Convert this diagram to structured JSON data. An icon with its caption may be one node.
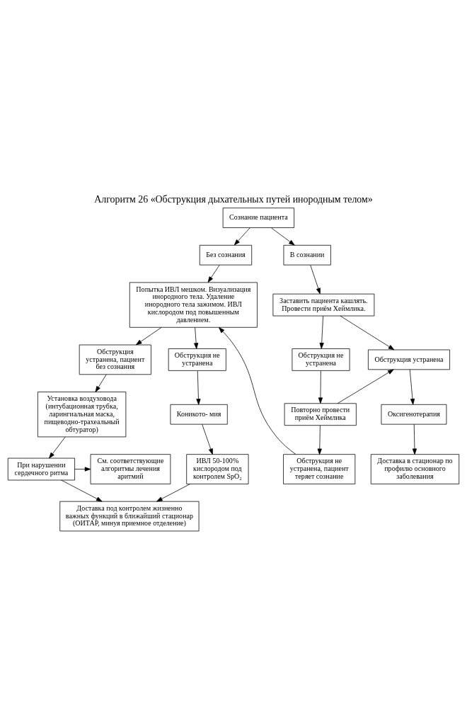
{
  "diagram": {
    "title": "Алгоритм 26 «Обструкция дыхательных путей инородным телом»",
    "nodes": [
      {
        "text": [
          "Сознание пациента"
        ]
      },
      {
        "text": [
          "Без сознания"
        ]
      },
      {
        "text": [
          "В сознании"
        ]
      },
      {
        "text": [
          "Попытка ИВЛ мешком. Визуализация инородного тела. Удаление инородного тела зажимом. ИВЛ кислородом под повышенным давлением."
        ]
      },
      {
        "text": [
          "Заставить пациента кашлять. Провести приём Хеймлика."
        ]
      },
      {
        "text": [
          "Обструкция устранена, пациент без сознания"
        ]
      },
      {
        "text": [
          "Обструкция не устранена"
        ]
      },
      {
        "text": [
          "Обструкция не устранена"
        ]
      },
      {
        "text": [
          "Обструкция устранена"
        ]
      },
      {
        "text": [
          "Установка воздуховода (интубационная трубка, ларингиальная маска, пищеводно-трахеальный обтуратор)"
        ]
      },
      {
        "text": [
          "Коникото- мия"
        ]
      },
      {
        "text": [
          "Повторно провести приём Хеймлика"
        ]
      },
      {
        "text": [
          "При нарушении сердечного ритма"
        ]
      },
      {
        "text": [
          "См. соответствующие алгоритмы лечения аритмий"
        ]
      },
      {
        "text": [
          "Обструкция не устранена, пациент теряет сознание"
        ]
      },
      {
        "text": [
          "ИВЛ 50-100% кислородом под контролем SpO₂"
        ]
      },
      {
        "text": [
          "Оксигенотерапия"
        ]
      },
      {
        "text": [
          "Доставка под контролем жизненно важных функций в ближайший стационар (ОИТАР, минуя приемное отделение)"
        ]
      },
      {
        "text": [
          "Доставка в стационар по профилю основного заболевания"
        ]
      }
    ],
    "edges": [
      {
        "from": 0,
        "to": 1,
        "arrow": "to"
      },
      {
        "from": 0,
        "to": 2,
        "arrow": "to"
      },
      {
        "from": 1,
        "to": 3,
        "arrow": "to"
      },
      {
        "from": 2,
        "to": 4,
        "arrow": "to"
      },
      {
        "from": 3,
        "to": 5,
        "arrow": "to"
      },
      {
        "from": 3,
        "to": 6,
        "arrow": "to"
      },
      {
        "from": 4,
        "to": 7,
        "arrow": "to"
      },
      {
        "from": 4,
        "to": 8,
        "arrow": "to"
      },
      {
        "from": 5,
        "to": 9,
        "arrow": "to"
      },
      {
        "from": 6,
        "to": 10,
        "arrow": "to"
      },
      {
        "from": 7,
        "to": 11,
        "arrow": "to"
      },
      {
        "from": 11,
        "to": 8,
        "arrow": "to"
      },
      {
        "from": 11,
        "to": 14,
        "arrow": "to"
      },
      {
        "from": 14,
        "to": 3,
        "arrow": "to"
      },
      {
        "from": 9,
        "to": 12,
        "arrow": "to"
      },
      {
        "from": 12,
        "to": 13,
        "arrow": "to"
      },
      {
        "from": 10,
        "to": 15,
        "arrow": "to"
      },
      {
        "from": 12,
        "to": 17,
        "arrow": "to"
      },
      {
        "from": 15,
        "to": 17,
        "arrow": "to"
      },
      {
        "from": 8,
        "to": 16,
        "arrow": "to"
      },
      {
        "from": 16,
        "to": 18,
        "arrow": "to"
      }
    ]
  }
}
